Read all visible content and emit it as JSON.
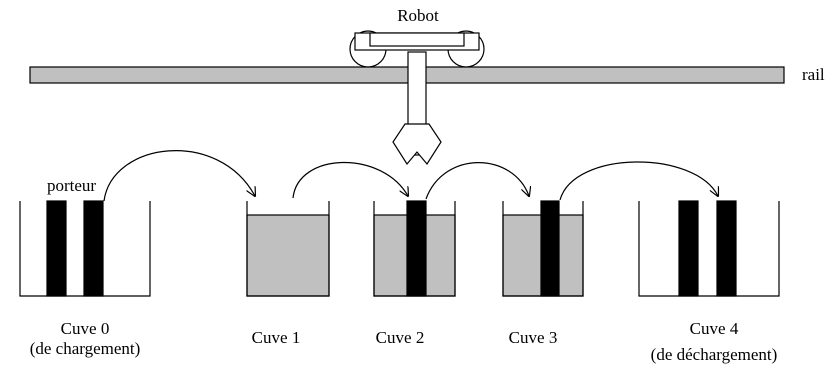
{
  "robot_label": "Robot",
  "rail_label": "rail",
  "carrier_label": "porteur",
  "tanks": [
    {
      "name": "Cuve 0",
      "note": "(de chargement)"
    },
    {
      "name": "Cuve 1",
      "note": ""
    },
    {
      "name": "Cuve 2",
      "note": ""
    },
    {
      "name": "Cuve 3",
      "note": ""
    },
    {
      "name": "Cuve 4",
      "note": "(de déchargement)"
    }
  ],
  "colors": {
    "stroke": "#000000",
    "rail_fill": "#c0c0c0",
    "liquid_fill": "#c0c0c0",
    "carrier_fill": "#000000",
    "background": "#ffffff"
  }
}
